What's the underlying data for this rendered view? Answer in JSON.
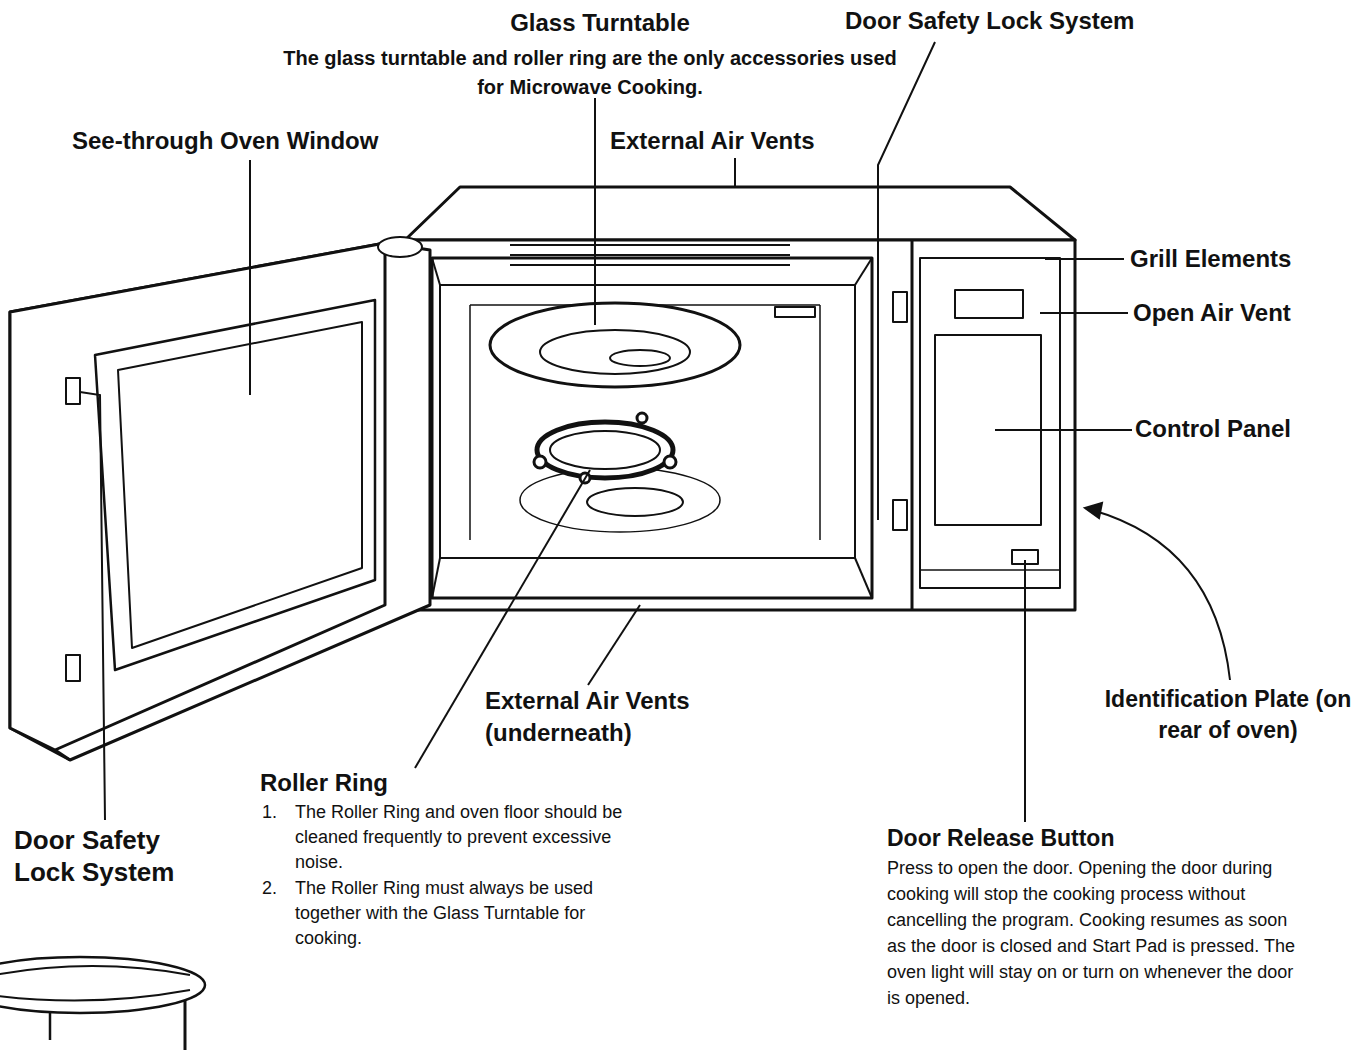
{
  "diagram": {
    "labels": [
      "Glass Turntable",
      "The glass turntable and roller ring are the only accessories used for Microwave Cooking.",
      "Door Safety Lock System",
      "See-through Oven Window",
      "External Air Vents",
      "Grill Elements",
      "Open Air Vent",
      "Control Panel",
      "External Air Vents (underneath)",
      "Identification Plate (on rear of oven)",
      "Roller Ring",
      "1.",
      "The Roller Ring and oven floor should be cleaned frequently to prevent excessive noise.",
      "2.",
      "The Roller Ring must always be used together with the Glass Turntable for cooking.",
      "Door Safety Lock System",
      "Door Release Button",
      "Press to open the door. Opening the door during cooking will stop the cooking process without cancelling the program. Cooking resumes as soon as the door is closed and Start Pad is pressed. The oven light will stay on or turn on whenever the door is opened."
    ]
  }
}
